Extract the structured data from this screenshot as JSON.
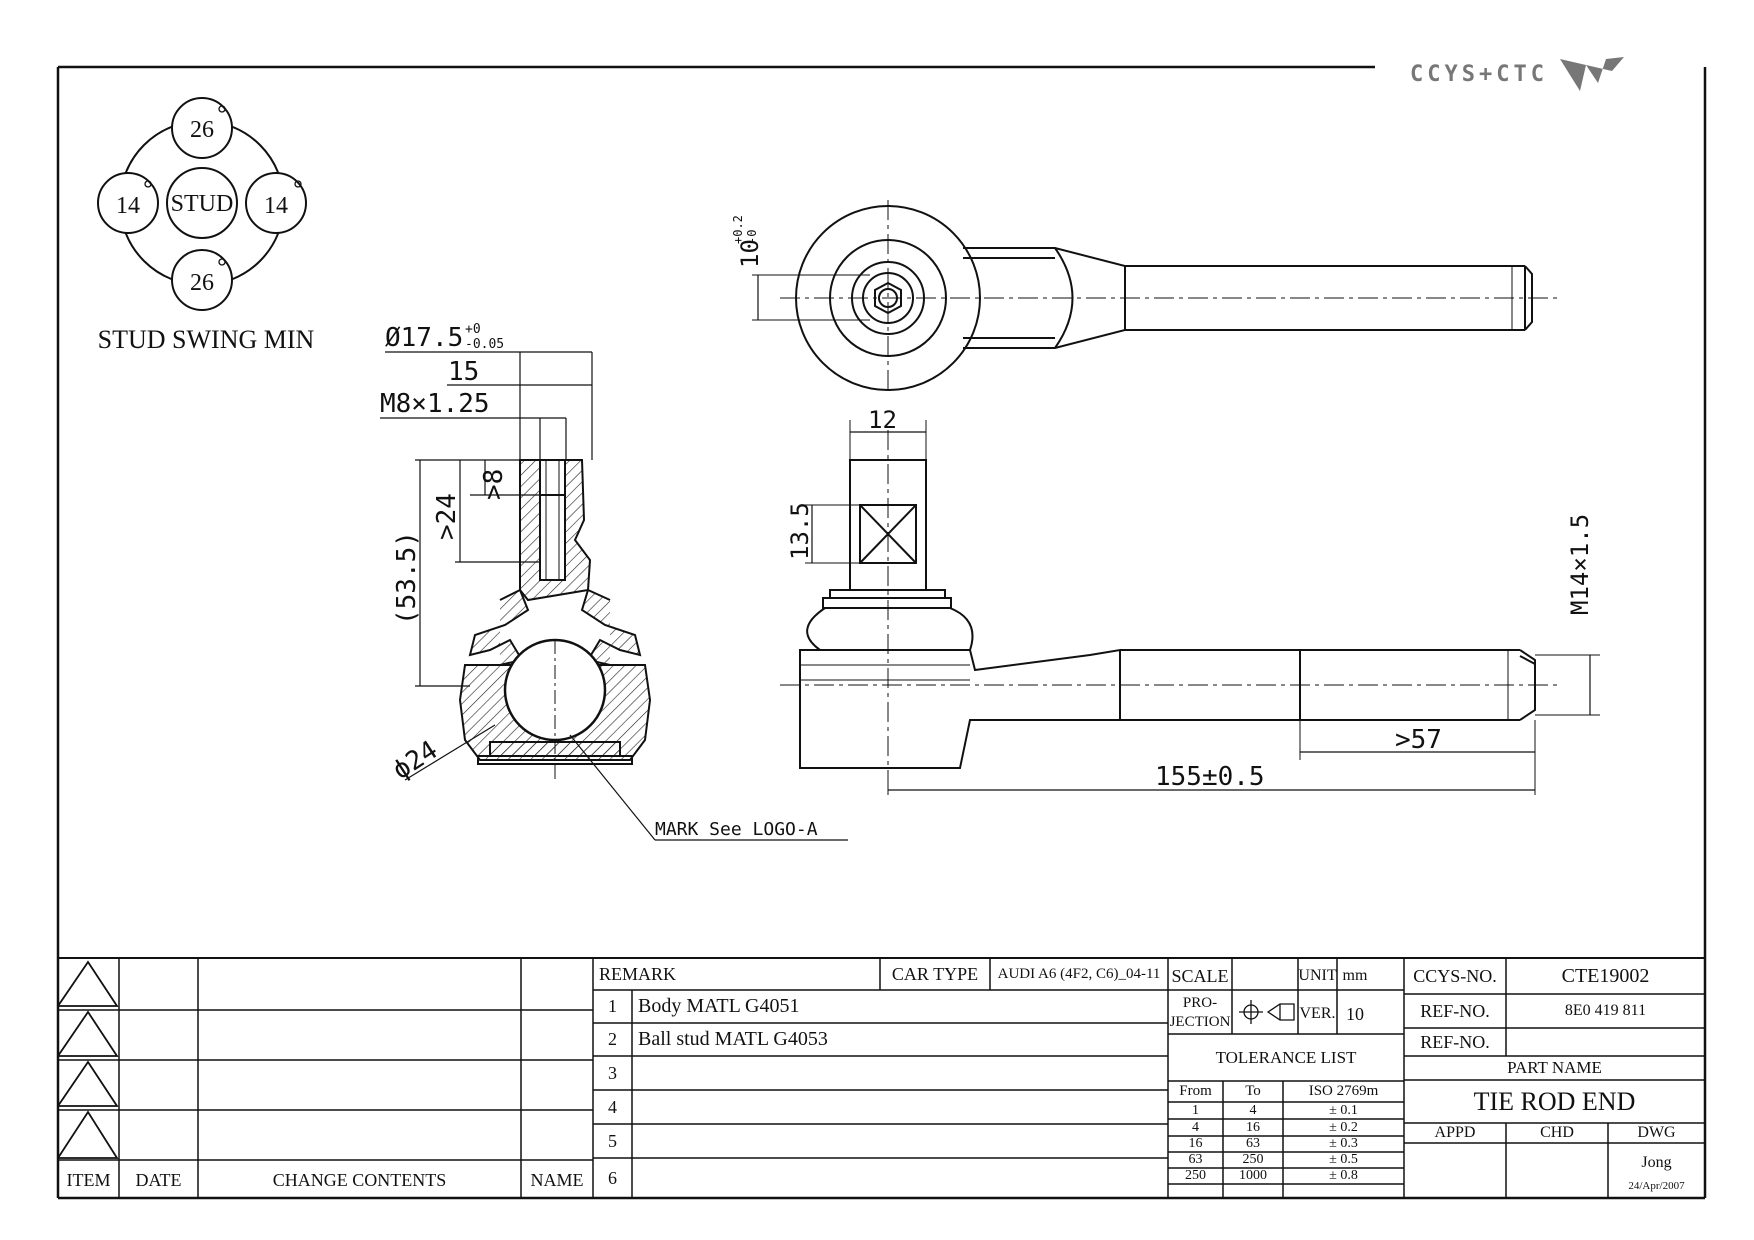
{
  "brand": {
    "logo_text": "CCYS+CTC"
  },
  "stud_swing": {
    "top": "26",
    "bottom": "26",
    "left": "14",
    "right": "14",
    "center": "STUD",
    "caption": "STUD SWING MIN"
  },
  "dimensions": {
    "d_17_5": "Ø17.5",
    "d_17_5_tol_upper": "+0",
    "d_17_5_tol_lower": "-0.05",
    "d_15": "15",
    "m8": "M8×1.25",
    "d_8": ">8",
    "d_24": ">24",
    "d_53_5": "(53.5)",
    "phi24": "ϕ24",
    "mark": "MARK See LOGO-A",
    "d_12": "12",
    "d_13_5": "13.5",
    "d_10": "10",
    "d_10_tol_upper": "+0.2",
    "d_10_tol_lower": "-0",
    "m14": "M14×1.5",
    "d_57": ">57",
    "d_155": "155±0.5"
  },
  "title_block": {
    "revisions": {
      "headers": [
        "ITEM",
        "DATE",
        "CHANGE CONTENTS",
        "NAME"
      ]
    },
    "remark": {
      "label": "REMARK",
      "car_type_label": "CAR TYPE",
      "car_type_value": "AUDI A6 (4F2, C6)_04-11",
      "rows": [
        {
          "no": "1",
          "text": "Body MATL G4051"
        },
        {
          "no": "2",
          "text": "Ball stud MATL G4053"
        },
        {
          "no": "3",
          "text": ""
        },
        {
          "no": "4",
          "text": ""
        },
        {
          "no": "5",
          "text": ""
        },
        {
          "no": "6",
          "text": ""
        }
      ]
    },
    "scale_label": "SCALE",
    "unit_label": "UNIT",
    "unit_value": "mm",
    "projection_label_1": "PRO-",
    "projection_label_2": "JECTION",
    "ver_label": "VER.",
    "ver_value": "10",
    "tolerance": {
      "title": "TOLERANCE LIST",
      "headers": [
        "From",
        "To",
        "ISO 2769m"
      ],
      "rows": [
        [
          "1",
          "4",
          "± 0.1"
        ],
        [
          "4",
          "16",
          "± 0.2"
        ],
        [
          "16",
          "63",
          "± 0.3"
        ],
        [
          "63",
          "250",
          "± 0.5"
        ],
        [
          "250",
          "1000",
          "± 0.8"
        ]
      ]
    },
    "ccys_no_label": "CCYS-NO.",
    "ccys_no_value": "CTE19002",
    "ref_no_label": "REF-NO.",
    "ref_no_value": "8E0 419 811",
    "ref_no2_label": "REF-NO.",
    "ref_no2_value": "",
    "part_name_label": "PART NAME",
    "part_name_value": "TIE ROD END",
    "appd_label": "APPD",
    "chd_label": "CHD",
    "dwg_label": "DWG",
    "dwg_name": "Jong",
    "dwg_date": "24/Apr/2007"
  }
}
